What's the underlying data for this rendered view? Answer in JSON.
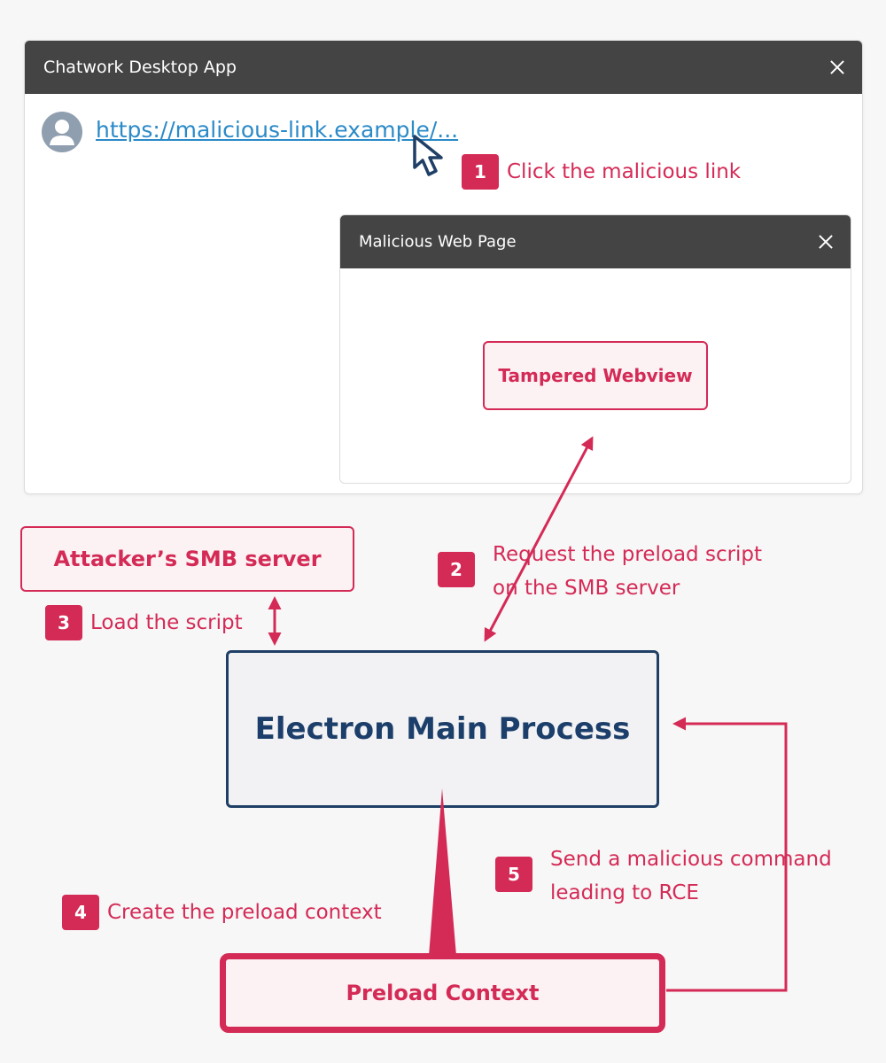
{
  "app_window": {
    "title": "Chatwork Desktop App",
    "link_text": "https://malicious-link.example/..."
  },
  "malicious_window": {
    "title": "Malicious Web Page",
    "tampered_label": "Tampered Webview"
  },
  "boxes": {
    "smb_server": "Attacker’s SMB server",
    "main_process": "Electron Main Process",
    "preload_context": "Preload Context"
  },
  "steps": [
    {
      "number": "1",
      "lines": [
        "Click the malicious link"
      ]
    },
    {
      "number": "2",
      "lines": [
        "Request the preload script",
        "on the SMB server"
      ]
    },
    {
      "number": "3",
      "lines": [
        "Load the script"
      ]
    },
    {
      "number": "4",
      "lines": [
        "Create the preload context"
      ]
    },
    {
      "number": "5",
      "lines": [
        "Send a malicious command",
        "leading to RCE"
      ]
    }
  ],
  "colors": {
    "accent_red": "#d42a56",
    "navy": "#1f3f66",
    "titlebar": "#444444",
    "link_blue": "#2b8ac8"
  },
  "icons": [
    "avatar-icon",
    "mouse-cursor-icon",
    "close-icon"
  ]
}
